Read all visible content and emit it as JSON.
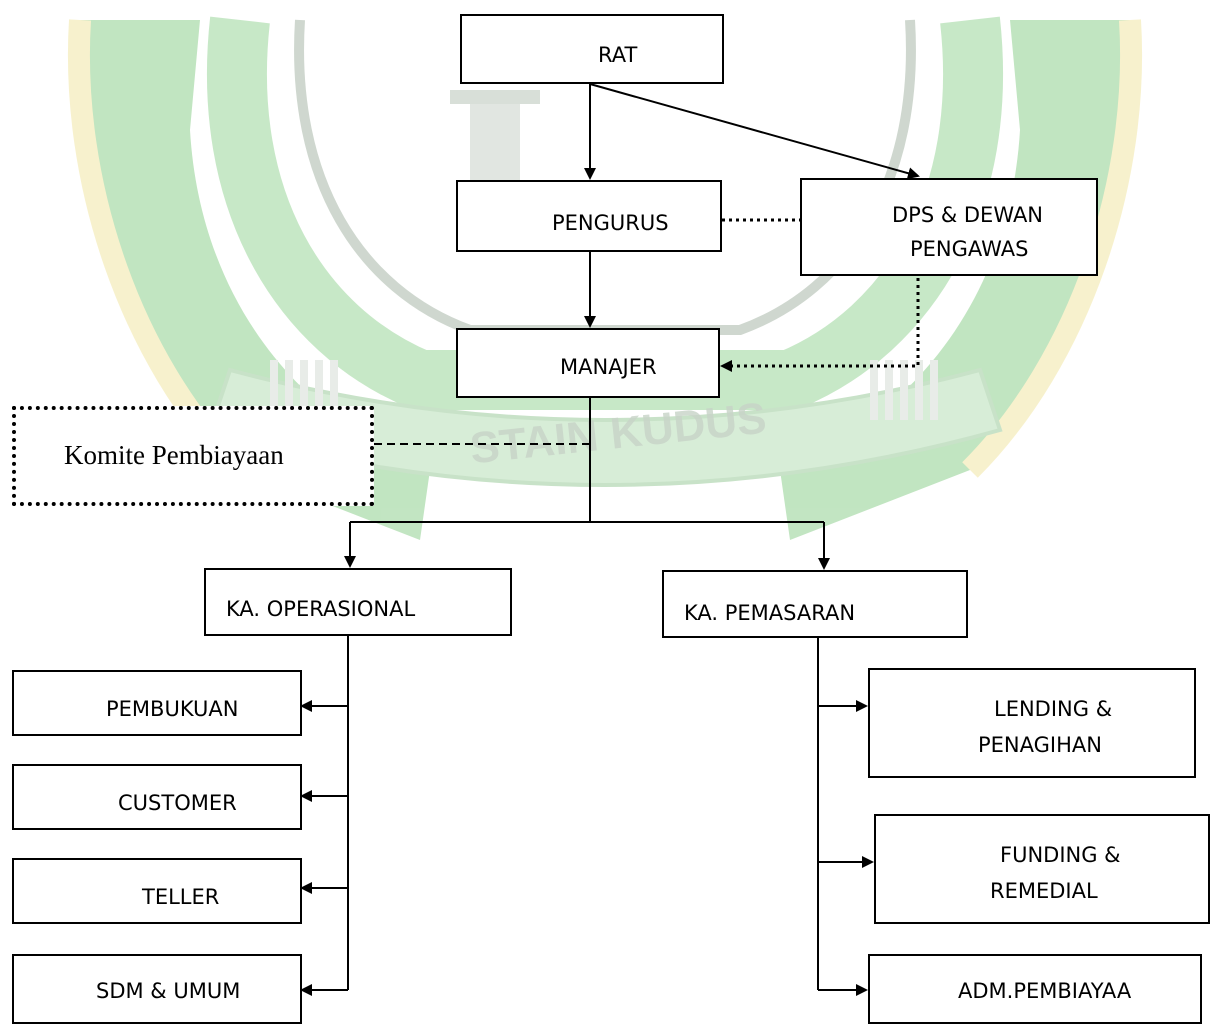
{
  "watermark": {
    "text": "STAIN KUDUS",
    "green": "#7dc87d",
    "yellow": "#f2e7a6"
  },
  "nodes": {
    "rat": "RAT",
    "pengurus": "PENGURUS",
    "dps_line1": "DPS & DEWAN",
    "dps_line2": "PENGAWAS",
    "manajer": "MANAJER",
    "komite": "Komite Pembiayaan",
    "ka_operasional": "KA. OPERASIONAL",
    "ka_pemasaran": "KA. PEMASARAN",
    "pembukuan": "PEMBUKUAN",
    "customer": "CUSTOMER",
    "teller": "TELLER",
    "sdm_umum": "SDM & UMUM",
    "lending_line1": "LENDING &",
    "lending_line2": "PENAGIHAN",
    "funding_line1": "FUNDING &",
    "funding_line2": "REMEDIAL",
    "adm_pembiayaan": "ADM.PEMBIAYAA"
  }
}
